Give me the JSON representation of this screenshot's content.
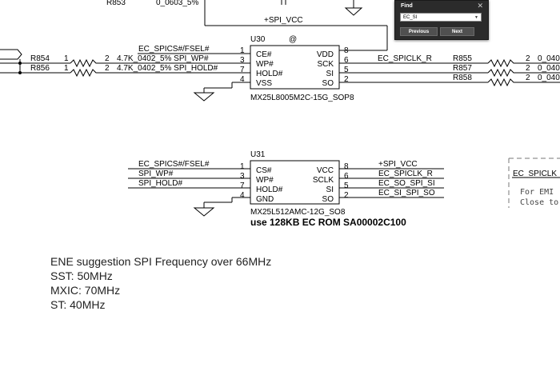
{
  "schematic": {
    "top_partial": {
      "ref": "R853",
      "value": "0_0603_5%"
    },
    "net_top": "+SPI_VCC",
    "u30": {
      "ref": "U30",
      "marker": "@",
      "part": "MX25L8005M2C-15G_SOP8",
      "left_pins": [
        {
          "num": "1",
          "name": "CE#"
        },
        {
          "num": "3",
          "name": "WP#"
        },
        {
          "num": "7",
          "name": "HOLD#"
        },
        {
          "num": "4",
          "name": "VSS"
        }
      ],
      "right_pins": [
        {
          "num": "8",
          "name": "VDD"
        },
        {
          "num": "6",
          "name": "SCK"
        },
        {
          "num": "5",
          "name": "SI"
        },
        {
          "num": "2",
          "name": "SO"
        }
      ],
      "left_nets": [
        "EC_SPICS#/FSEL#",
        "4.7K_0402_5% SPI_WP#",
        "4.7K_0402_5% SPI_HOLD#"
      ],
      "right_nets": [
        "EC_SPICLK_R"
      ]
    },
    "resistors_left": [
      {
        "ref": "R854",
        "pin1": "1",
        "pin2": "2"
      },
      {
        "ref": "R856",
        "pin1": "1",
        "pin2": "2"
      }
    ],
    "resistors_right": [
      {
        "ref": "R855",
        "pin": "2",
        "value": "0_040"
      },
      {
        "ref": "R857",
        "pin": "2",
        "value": "0_040"
      },
      {
        "ref": "R858",
        "pin": "2",
        "value": "0_040"
      }
    ],
    "u31": {
      "ref": "U31",
      "part": "MX25L512AMC-12G_SO8",
      "note": "use 128KB EC ROM SA00002C100",
      "left_pins": [
        {
          "num": "1",
          "name": "CS#"
        },
        {
          "num": "3",
          "name": "WP#"
        },
        {
          "num": "7",
          "name": "HOLD#"
        },
        {
          "num": "4",
          "name": "GND"
        }
      ],
      "right_pins": [
        {
          "num": "8",
          "name": "VCC"
        },
        {
          "num": "6",
          "name": "SCLK"
        },
        {
          "num": "5",
          "name": "SI"
        },
        {
          "num": "2",
          "name": "SO"
        }
      ],
      "left_nets": [
        "EC_SPICS#/FSEL#",
        "SPI_WP#",
        "SPI_HOLD#"
      ],
      "right_nets": [
        "+SPI_VCC",
        "EC_SPICLK_R",
        "EC_SO_SPI_SI",
        "EC_SI_SPI_SO"
      ]
    },
    "side_box": {
      "net": "EC_SPICLK",
      "lines": [
        "For EMI",
        "Close to"
      ]
    },
    "notes": [
      "ENE suggestion SPI Frequency over 66MHz",
      "SST: 50MHz",
      "MXIC: 70MHz",
      "ST: 40MHz"
    ]
  },
  "find_dialog": {
    "title": "Find",
    "close_icon": "close-icon",
    "query": "EC_SI",
    "previous_label": "Previous",
    "next_label": "Next",
    "bg_color": "#2b2b2b"
  }
}
